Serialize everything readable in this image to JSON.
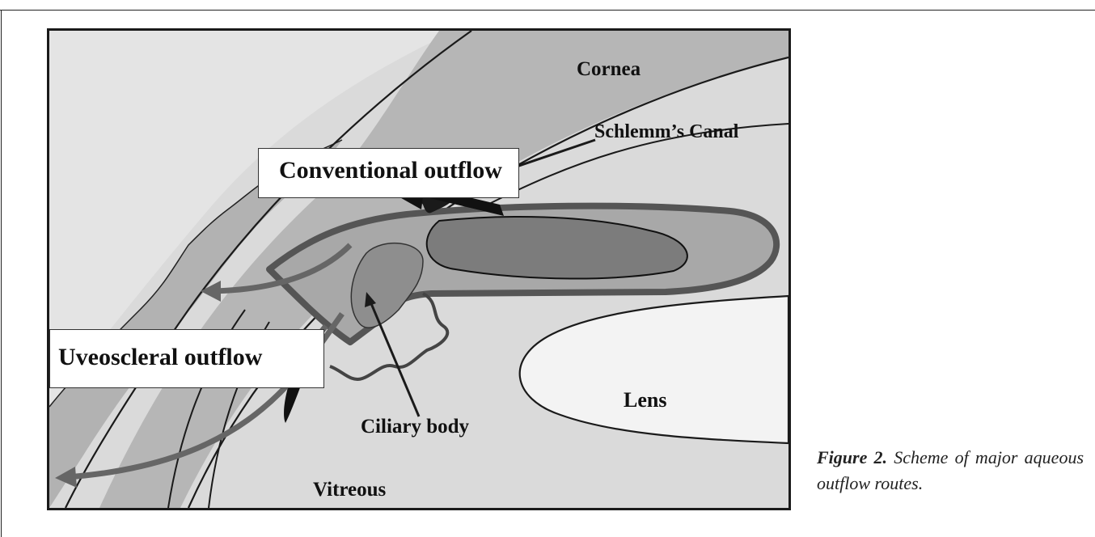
{
  "figure": {
    "labels": {
      "cornea": "Cornea",
      "schlemm": "Schlemm’s Canal",
      "ciliary": "Ciliary body",
      "lens": "Lens",
      "vitreous": "Vitreous"
    },
    "boxes": {
      "conventional": "Conventional outflow",
      "uveoscleral": "Uveoscleral outflow"
    },
    "caption": {
      "number": "Figure 2.",
      "text": "Scheme of major aqueous outflow routes."
    },
    "colors": {
      "background": "#dcdcdc",
      "tissue": "#a8a8a8",
      "dark_tissue": "#7c7c7c",
      "lens": "#f3f3f3",
      "outline": "#1a1a1a"
    }
  }
}
